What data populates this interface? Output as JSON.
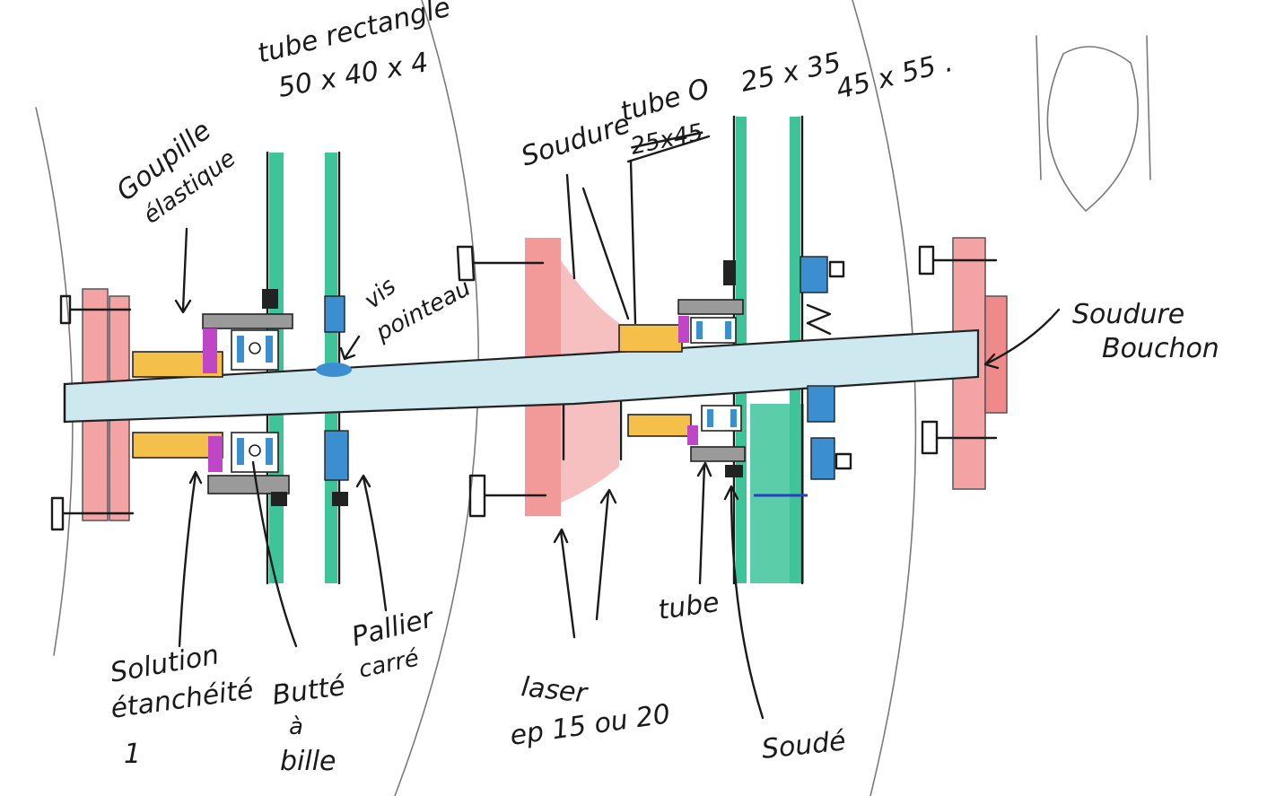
{
  "labels": {
    "tube_rect_line1": "tube rectangle",
    "tube_rect_line2": "50 x 40 x 4",
    "goupille_line1": "Goupille",
    "goupille_line2": "élastique",
    "vis_line1": "vis",
    "vis_line2": "pointeau",
    "soudure": "Soudure",
    "tube_o": "tube O",
    "struck_dims": "25x45",
    "dims_a": "25 x 35",
    "dims_b": "45 x 55 .",
    "soudure_bouchon_line1": "Soudure",
    "soudure_bouchon_line2": "Bouchon",
    "solution_line1": "Solution",
    "solution_line2": "étanchéité",
    "solution_line3": "1",
    "butee_line1": "Butté",
    "butee_line2": "à",
    "butee_line3": "bille",
    "palier_line1": "Pallier",
    "palier_line2": "carré",
    "laser_line1": "laser",
    "laser_line2": "ep 15 ou 20",
    "tube": "tube",
    "soude": "Soudé"
  },
  "colors": {
    "shaft": "#cde8ee",
    "shaft_outline": "#222222",
    "green_tube": "#3fc49a",
    "red_plate": "#f08a8a",
    "yellow_sleeve": "#f5c04a",
    "blue_bearing": "#3b8fd0",
    "magenta": "#c046c8",
    "gray_block": "#8a8a8a",
    "ink": "#1a1a1a"
  }
}
